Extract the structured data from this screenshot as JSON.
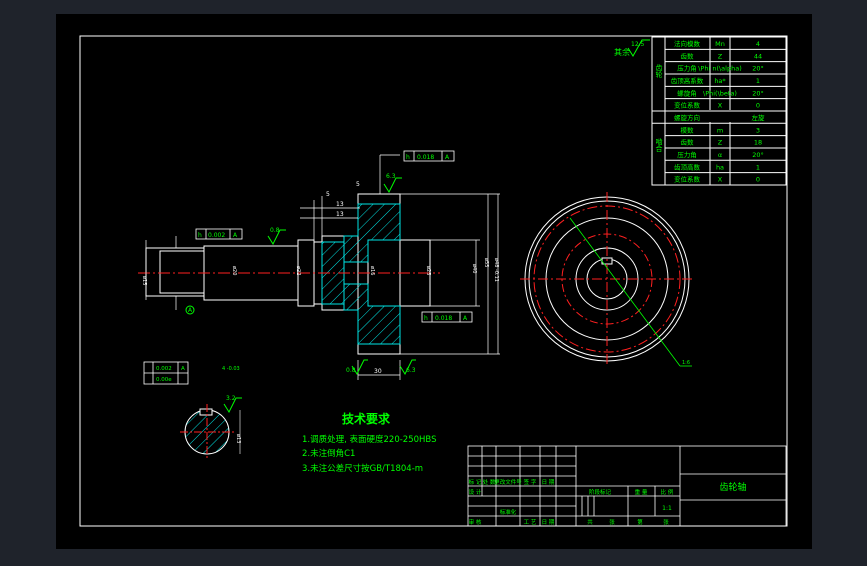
{
  "colors": {
    "workspace": "#1f232b",
    "canvas": "#000000",
    "line": "#ffffff",
    "annotation": "#00ff00",
    "hatch": "#00e5e5",
    "center_line": "#ff2020",
    "text_red": "#ff3030"
  },
  "param_table": {
    "group_gear": "齿轮",
    "group_mesh": "啮合",
    "rows": [
      {
        "name": "法向模数",
        "sym": "Mn",
        "val": "4"
      },
      {
        "name": "齿数",
        "sym": "Z",
        "val": "44"
      },
      {
        "name": "压力角",
        "sym": "\\Phi n(\\alpha)",
        "val": "20°"
      },
      {
        "name": "齿顶高系数",
        "sym": "ha*",
        "val": "1"
      },
      {
        "name": "螺旋角",
        "sym": "\\Phi(\\beta)",
        "val": "20°"
      },
      {
        "name": "变位系数",
        "sym": "X",
        "val": "0"
      },
      {
        "name": "螺旋方向",
        "sym": "",
        "val": "左旋"
      },
      {
        "name": "模数",
        "sym": "m",
        "val": "3"
      },
      {
        "name": "齿数",
        "sym": "Z",
        "val": "18"
      },
      {
        "name": "压力角",
        "sym": "α",
        "val": "20°"
      },
      {
        "name": "齿顶高数",
        "sym": "ha",
        "val": "1"
      },
      {
        "name": "变位系数",
        "sym": "X",
        "val": "0"
      }
    ]
  },
  "surface_mark": {
    "label": "其余",
    "value": "12.5"
  },
  "annotations": {
    "tol_top_sym": "h",
    "tol_top_val": "0.018",
    "tol_top_ref": "A",
    "tol_left_sym": "h",
    "tol_left_val": "0.002",
    "tol_left_ref": "A",
    "tol_mid_sym": "h",
    "tol_mid_val": "0.018",
    "tol_mid_ref": "A",
    "rough_top": "6.3",
    "rough_left": "0.8",
    "rough_bot_left": "0.8",
    "rough_bot_right": "6.3",
    "dim_5": "5",
    "dim_5b": "5",
    "dim_13": "13",
    "dim_13b": "13",
    "dim_30": "30",
    "dim_d15": "ø15",
    "dim_d20": "ø20",
    "dim_d22": "ø22",
    "dim_d25": "ø25",
    "dim_d40": "ø40",
    "dim_dout": "ø55",
    "dim_dout_tol": "ø48 -0.11",
    "dim_d16": "ø16",
    "datum_a": "A",
    "section_dim": "ø13",
    "section_tol_top": "0.002",
    "section_tol_bot": "0.00e",
    "section_rough": "3.2",
    "section_sym_a": "A",
    "section_small": "4 -0.03",
    "wheel_label": "1:6"
  },
  "tech": {
    "title": "技术要求",
    "items": [
      "1.调质处理, 表面硬度220-250HBS",
      "2.未注倒角C1",
      "3.未注公差尺寸按GB/T1804-m"
    ]
  },
  "title_block": {
    "part_name": "齿轮轴",
    "scale": "1:1",
    "labels": [
      "标 记",
      "处 数",
      "更改文件号",
      "签 字",
      "日 期",
      "设 计",
      "标准化",
      "审 核",
      "工 艺",
      "日 期",
      "阶段标记",
      "重 量",
      "比 例",
      "共",
      "张",
      "第",
      "张"
    ]
  }
}
